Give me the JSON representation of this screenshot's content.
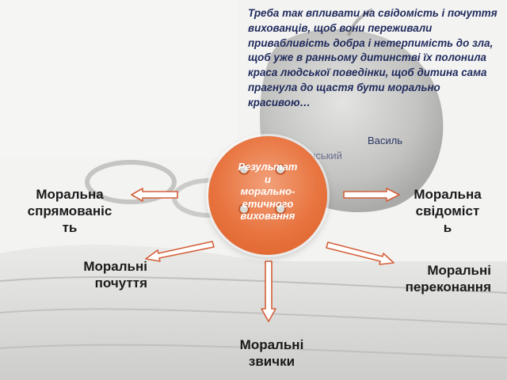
{
  "quote": {
    "text": "Треба так впливати на свідомість і почуття вихованців, щоб вони переживали привабливість добра і нетерпимість до зла, щоб уже в ранньому дитинстві їх полонила краса людської поведінки, щоб дитина сама прагнула до щастя бути морально красивою…",
    "author_line1": "Василь",
    "author_line2": "Сухомлинський"
  },
  "center": {
    "label": "Результат\nи\nморально-\nетичного\nвиховання"
  },
  "nodes": {
    "left": "Моральна\nспрямованіс\nть",
    "right": "Моральна\nсвідоміст\nь",
    "bottom_left": "Моральні\nпочуття",
    "bottom_right": "Моральні\nпереконання",
    "bottom": "Моральні\nзвички"
  },
  "colors": {
    "circle": "#e8743f",
    "arrow_fill": "#ffffff",
    "arrow_stroke": "#d4603a",
    "quote_text": "#1f2a5c"
  }
}
